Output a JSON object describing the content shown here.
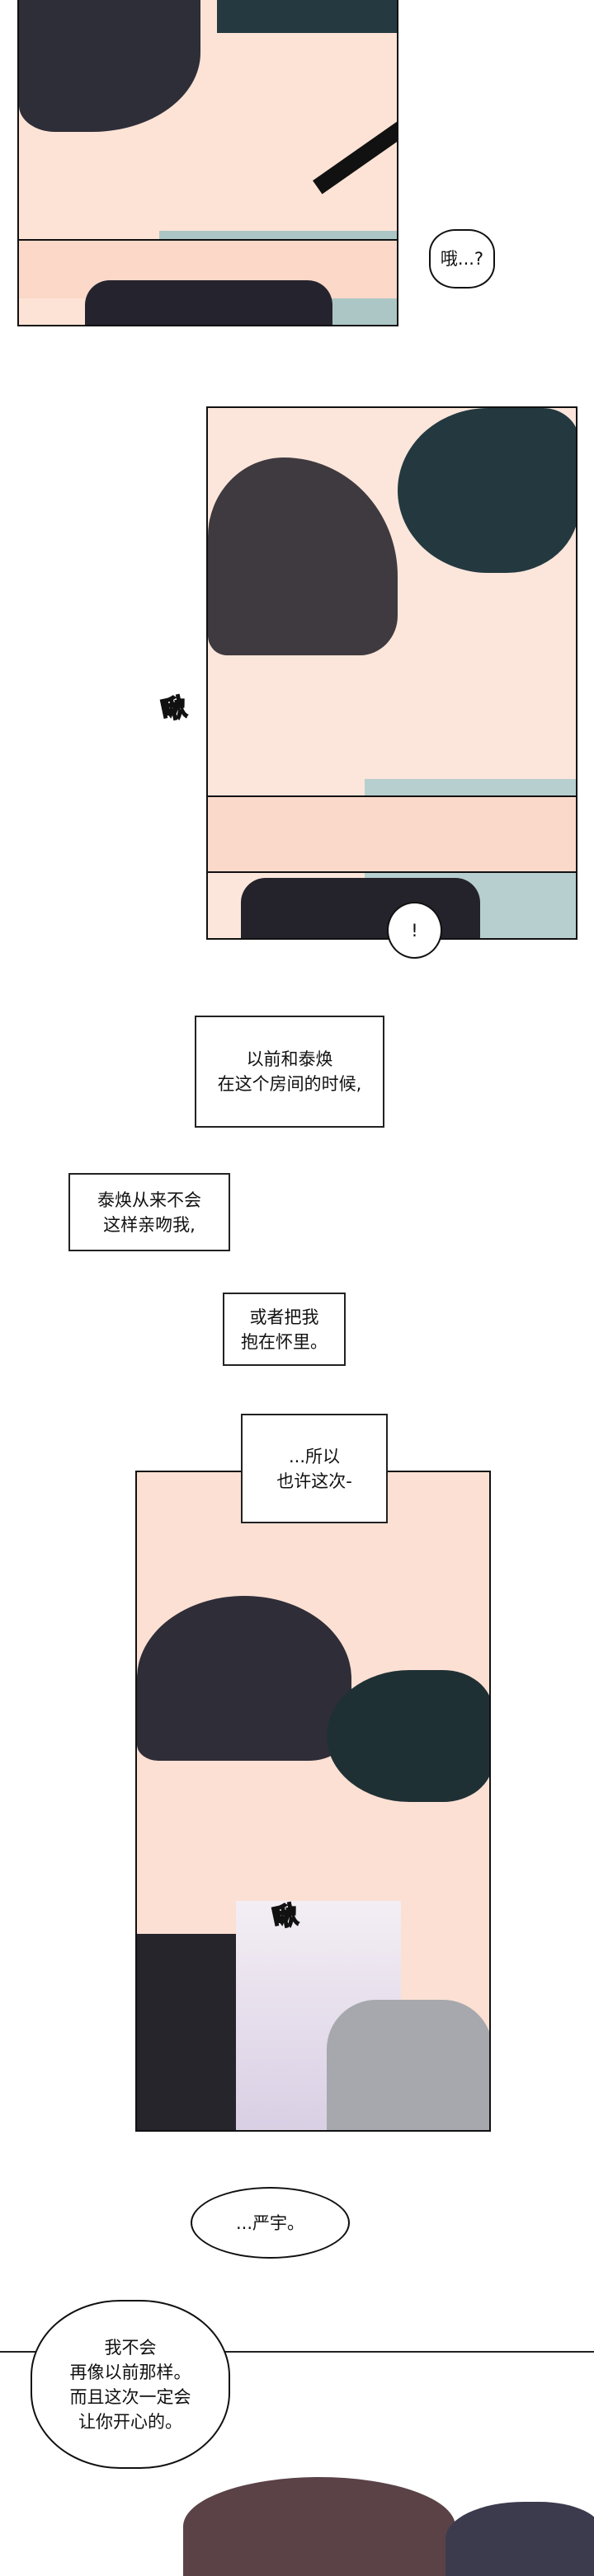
{
  "panel1": {
    "bubble": "哦...?"
  },
  "panel2": {
    "sfx": "啾",
    "bubble": "!"
  },
  "captions": [
    {
      "lines": [
        "以前和泰焕",
        "在这个房间的时候,"
      ]
    },
    {
      "lines": [
        "泰焕从来不会",
        "这样亲吻我,"
      ]
    },
    {
      "lines": [
        "或者把我",
        "抱在怀里。"
      ]
    },
    {
      "lines": [
        "...所以",
        "也许这次-"
      ]
    }
  ],
  "panel3": {
    "sfx": "啾"
  },
  "bubble_yanyu": "...严宇。",
  "final_bubble": {
    "lines": [
      "我不会",
      "再像以前那样。",
      "而且这次一定会",
      "让你开心的。"
    ]
  },
  "colors": {
    "skin": "#fbdccd",
    "hair_dark": "#2c2c36",
    "hair_teal": "#23393f",
    "shirt": "#a9c4c3"
  }
}
